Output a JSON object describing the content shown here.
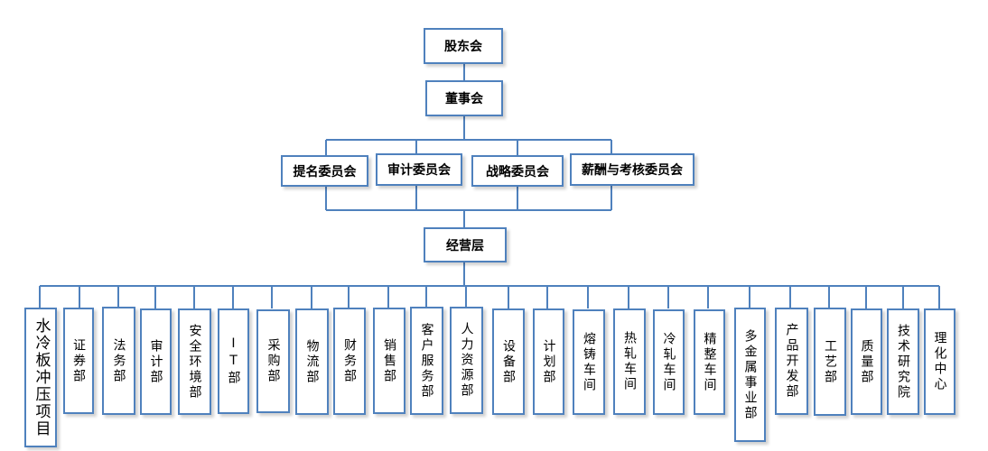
{
  "colors": {
    "line": "#4f81bd",
    "border": "#4f81bd"
  },
  "nodes": {
    "shareholders": "股东会",
    "board": "董事会",
    "committees": [
      "提名委员会",
      "审计委员会",
      "战略委员会",
      "薪酬与考核委员会"
    ],
    "management": "经营层",
    "departments": [
      "水冷板冲压项目",
      "证券部",
      "法务部",
      "审计部",
      "安全环境部",
      "IT部",
      "采购部",
      "物流部",
      "财务部",
      "销售部",
      "客户服务部",
      "人力资源部",
      "设备部",
      "计划部",
      "熔铸车间",
      "热轧车间",
      "冷轧车间",
      "精整车间",
      "多金属事业部",
      "产品开发部",
      "工艺部",
      "质量部",
      "技术研究院",
      "理化中心"
    ]
  }
}
